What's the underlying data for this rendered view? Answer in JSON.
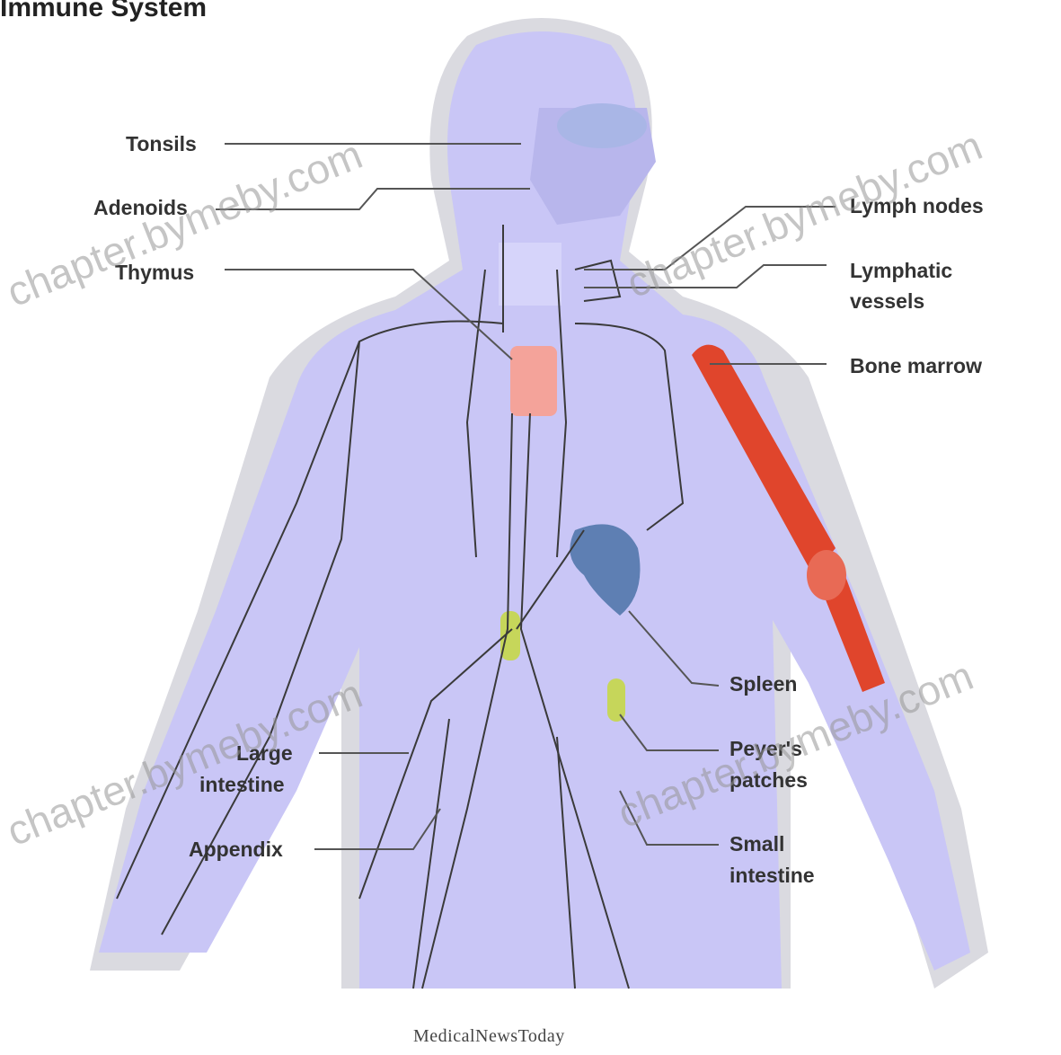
{
  "title": "Immune System",
  "labels": {
    "tonsils": "Tonsils",
    "adenoids": "Adenoids",
    "thymus": "Thymus",
    "lymph_nodes": "Lymph nodes",
    "lymphatic_vessels_1": "Lymphatic",
    "lymphatic_vessels_2": "vessels",
    "bone_marrow": "Bone marrow",
    "spleen": "Spleen",
    "peyers_1": "Peyer's",
    "peyers_2": "patches",
    "small_intestine_1": "Small",
    "small_intestine_2": "intestine",
    "large_intestine_1": "Large",
    "large_intestine_2": "intestine",
    "appendix": "Appendix"
  },
  "credit": "MedicalNewsToday",
  "watermark": "chapter.bymeby.com",
  "colors": {
    "body": "#c9c6f6",
    "shadow": "#d9d9df",
    "bone_marrow": "#e0452c",
    "thymus": "#f4a39a",
    "spleen": "#5e7fb3",
    "patches": "#c6d65a",
    "vessel": "#3a3a3a"
  }
}
